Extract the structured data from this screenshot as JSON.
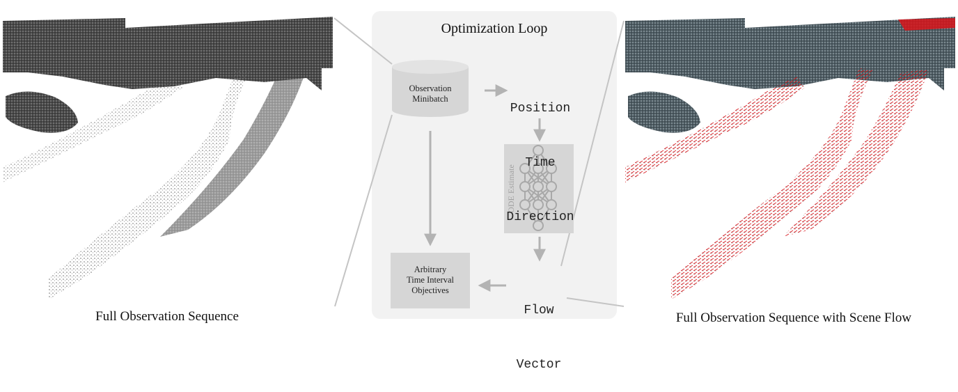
{
  "left_caption": "Full Observation Sequence",
  "right_caption": "Full Observation Sequence with Scene Flow",
  "loop": {
    "title": "Optimization Loop",
    "minibatch_label": [
      "Observation",
      "Minibatch"
    ],
    "inputs_label": [
      "Position",
      "Time",
      "Direction"
    ],
    "network_label": "ODE Estimate",
    "output_label": [
      "Flow",
      "Vector"
    ],
    "objectives_label": [
      "Arbitrary",
      "Time Interval",
      "Objectives"
    ]
  },
  "colors": {
    "panel_bg": "#f2f2f2",
    "box_gray": "#d6d6d6",
    "arrow_gray": "#b3b3b3",
    "point_dark": "#3c3c3c",
    "point_slate": "#4f5d64",
    "flow_red": "#d8141a"
  }
}
